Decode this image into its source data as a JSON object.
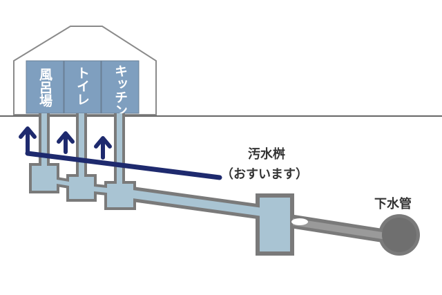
{
  "rooms": {
    "bath": "風呂場",
    "toilet": "トイレ",
    "kitchen": "キッチン"
  },
  "labels": {
    "masu": "汚水桝",
    "masu_reading": "（おすいます）",
    "sewer_main": "下水管"
  },
  "colors": {
    "room_fill": "#7f9fbf",
    "pipe_outline": "#7a7a7a",
    "water": "#a9c4d3",
    "arrow": "#1e2a6e",
    "sewer_pipe": "#8f8f8f"
  }
}
